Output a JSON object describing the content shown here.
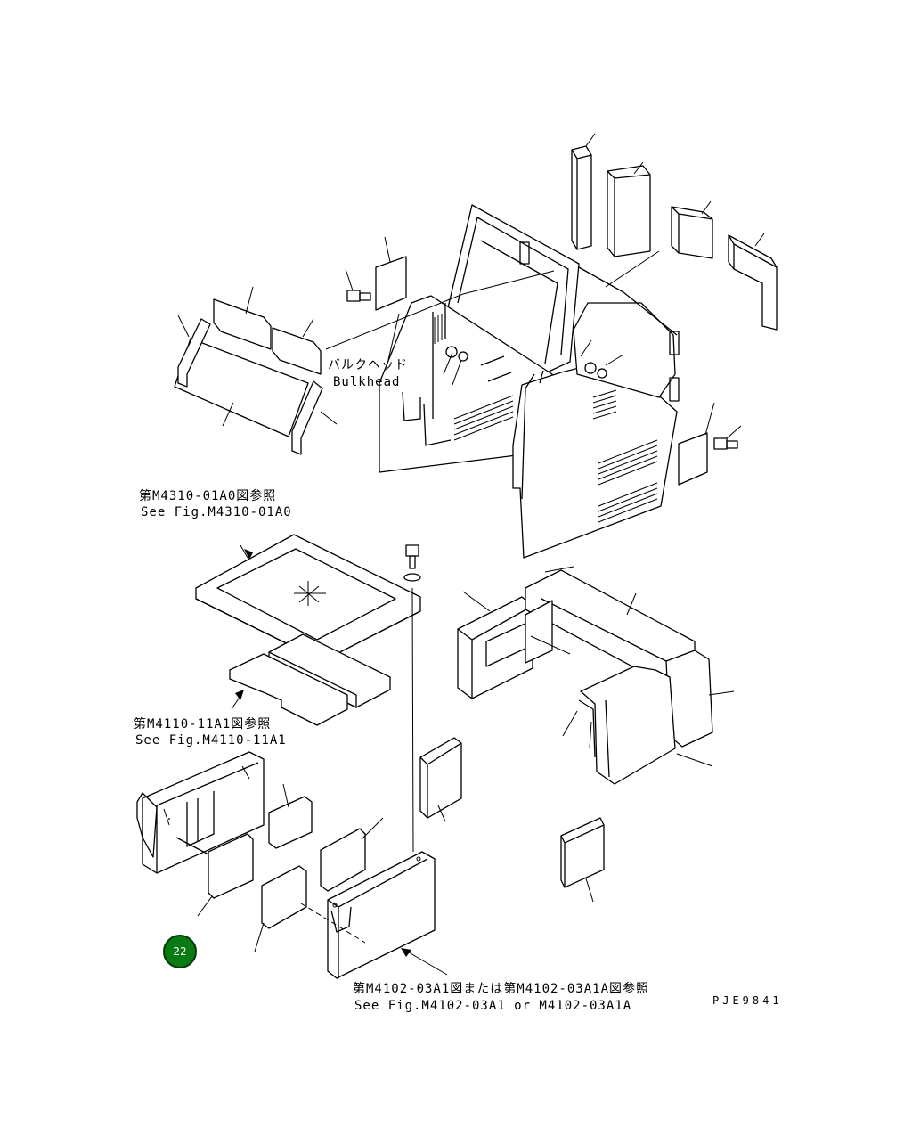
{
  "labels": {
    "bulkhead_jp": "バルクヘッド",
    "bulkhead_en": "Bulkhead",
    "ref1_jp": "第M4310-01A0図参照",
    "ref1_en": "See Fig.M4310-01A0",
    "ref2_jp": "第M4110-11A1図参照",
    "ref2_en": "See Fig.M4110-11A1",
    "ref3_jp": "第M4102-03A1図または第M4102-03A1A図参照",
    "ref3_en": "See Fig.M4102-03A1 or M4102-03A1A",
    "drawing_code": "PJE9841"
  },
  "badge": {
    "number": "22",
    "color": "#0a7a12"
  }
}
